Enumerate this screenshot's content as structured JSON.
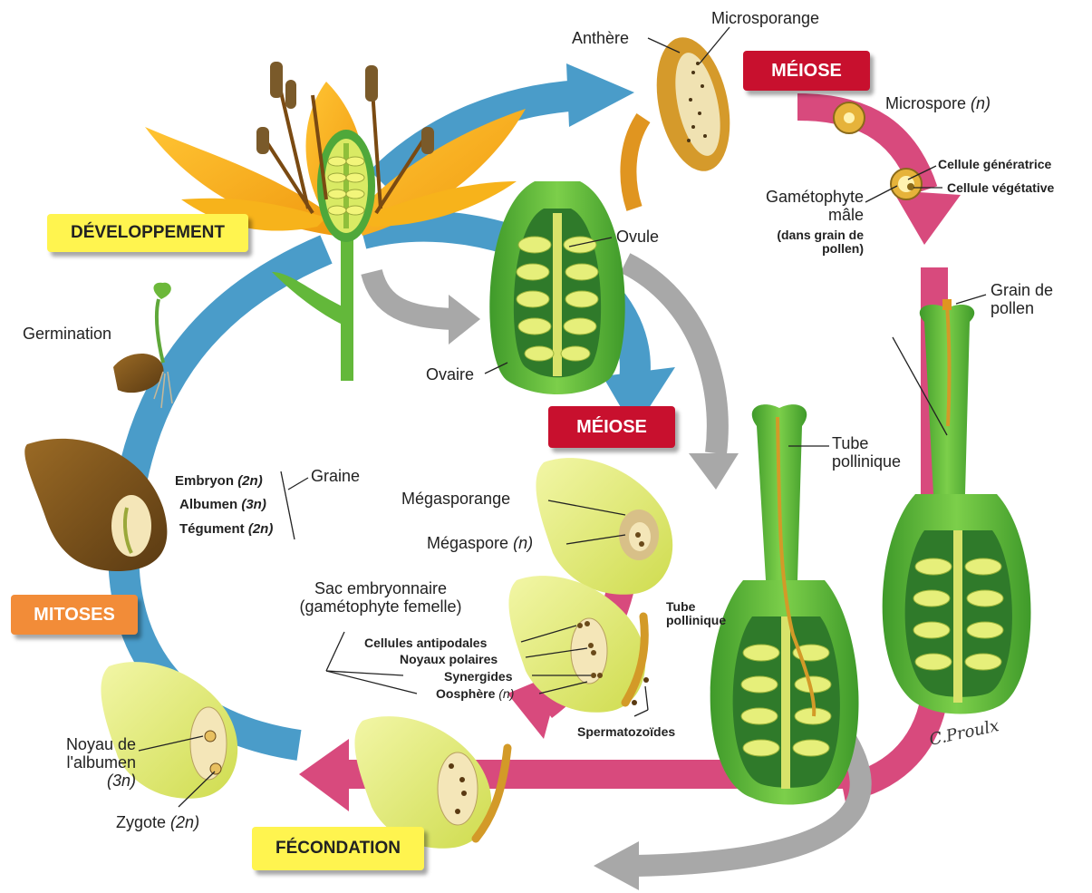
{
  "colors": {
    "development_arrow": "#4a9cc9",
    "fertilization_arrow": "#d84a7d",
    "meiosis_arrow": "#d84a7d",
    "gray_arrow": "#a8a8a8",
    "meiose_box": "#c8102e",
    "stage_box_yellow": "#fff44f",
    "mitoses_box": "#f28c38",
    "ovary_green": "#5fb836",
    "ovule_yellow": "#e6ef7a"
  },
  "stages": {
    "developpement": "DÉVELOPPEMENT",
    "meiose_top": "MÉIOSE",
    "meiose_middle": "MÉIOSE",
    "mitoses": "MITOSES",
    "fecondation": "FÉCONDATION"
  },
  "labels": {
    "anthere": "Anthère",
    "microsporange": "Microsporange",
    "microspore": "Microspore",
    "microspore_ploidy": "(n)",
    "cellule_generatrice": "Cellule génératrice",
    "cellule_vegetative": "Cellule végétative",
    "gametophyte_male_1": "Gamétophyte",
    "gametophyte_male_2": "mâle",
    "gametophyte_male_3": "(dans grain de",
    "gametophyte_male_4": "pollen)",
    "grain_de_pollen_1": "Grain de",
    "grain_de_pollen_2": "pollen",
    "tube_pollinique_right_1": "Tube",
    "tube_pollinique_right_2": "pollinique",
    "ovule": "Ovule",
    "ovaire": "Ovaire",
    "germination": "Germination",
    "embryon": "Embryon",
    "embryon_ploidy": "(2n)",
    "albumen": "Albumen",
    "albumen_ploidy": "(3n)",
    "tegument": "Tégument",
    "tegument_ploidy": "(2n)",
    "graine": "Graine",
    "megasporange": "Mégasporange",
    "megaspore": "Mégaspore",
    "megaspore_ploidy": "(n)",
    "sac_embryonnaire_1": "Sac embryonnaire",
    "sac_embryonnaire_2": "(gamétophyte femelle)",
    "cellules_antipodales": "Cellules antipodales",
    "noyaux_polaires": "Noyaux polaires",
    "synergides": "Synergides",
    "oosphere": "Oosphère",
    "oosphere_ploidy": "(n)",
    "tube_pollinique_mid_1": "Tube",
    "tube_pollinique_mid_2": "pollinique",
    "spermatozoides": "Spermatozoïdes",
    "noyau_albumen_1": "Noyau de",
    "noyau_albumen_2": "l'albumen",
    "noyau_albumen_ploidy": "(3n)",
    "zygote": "Zygote",
    "zygote_ploidy": "(2n)",
    "signature": "C.Proulx"
  }
}
